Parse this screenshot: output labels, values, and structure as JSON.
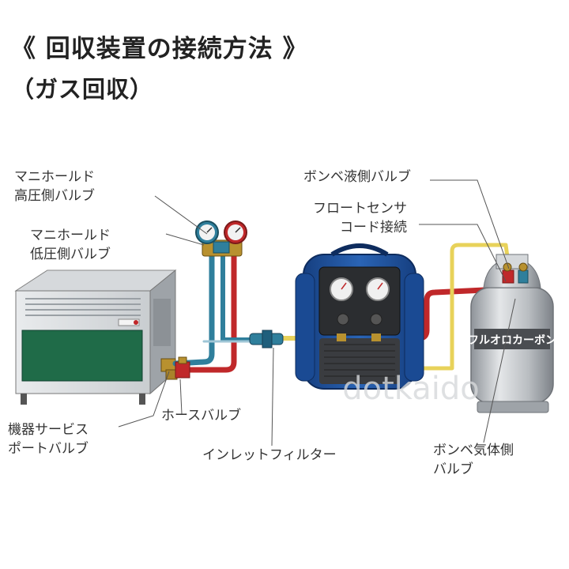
{
  "title": "《 回収装置の接続方法 》",
  "subtitle": "（ガス回収）",
  "labels": {
    "manifold_high_1": "マニホールド",
    "manifold_high_2": "高圧側バルブ",
    "manifold_low_1": "マニホールド",
    "manifold_low_2": "低圧側バルブ",
    "equip_port_1": "機器サービス",
    "equip_port_2": "ポートバルブ",
    "hose_valve": "ホースバルブ",
    "inlet_filter": "インレットフィルター",
    "cyl_liquid_valve": "ボンベ液側バルブ",
    "float_sensor_1": "フロートセンサ",
    "float_sensor_2": "コード接続",
    "cyl_gas_valve_1": "ボンベ気体側",
    "cyl_gas_valve_2": "バルブ"
  },
  "cylinder_text": "フルオロカーボン",
  "watermark": "dotkaido",
  "colors": {
    "red_hose": "#c0282a",
    "blue_hose": "#2f7f9c",
    "yellow_hose": "#e8d25a",
    "unit_blue": "#1d4f9c",
    "unit_panel_green": "#1f6b48"
  }
}
